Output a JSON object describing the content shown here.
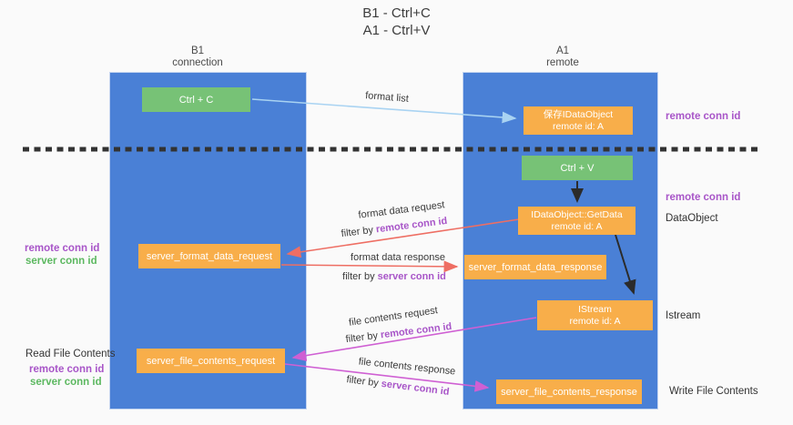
{
  "title": {
    "line1": "B1 - Ctrl+C",
    "line2": "A1 - Ctrl+V"
  },
  "columns": {
    "left": {
      "name": "B1",
      "subtitle": "connection"
    },
    "right": {
      "name": "A1",
      "subtitle": "remote"
    }
  },
  "nodes": {
    "ctrl_c": "Ctrl + C",
    "ctrl_v": "Ctrl + V",
    "save_dataobject": {
      "line1": "保存IDataObject",
      "line2": "remote id: A"
    },
    "getdata": {
      "line1": "IDataObject::GetData",
      "line2": "remote id: A"
    },
    "istream": {
      "line1": "IStream",
      "line2": "remote id: A"
    },
    "server_format_data_request": "server_format_data_request",
    "server_format_data_response": "server_format_data_response",
    "server_file_contents_request": "server_file_contents_request",
    "server_file_contents_response": "server_file_contents_response"
  },
  "arrow_labels": {
    "format_list": "format list",
    "format_data_request": "format data request",
    "filter1_prefix": "filter by ",
    "filter1_hl": "remote conn id",
    "format_data_response": "format data response",
    "filter2_prefix": "filter by ",
    "filter2_hl": "server conn id",
    "file_contents_request": "file contents request",
    "filter3_prefix": "filter by ",
    "filter3_hl": "remote conn id",
    "file_contents_response": "file contents response",
    "filter4_prefix": "filter by ",
    "filter4_hl": "server conn id"
  },
  "side_labels": {
    "remote_conn_id_top": "remote conn id",
    "remote_conn_id_mid": "remote conn id",
    "dataobject": "DataObject",
    "istream": "Istream",
    "write_file_contents": "Write File Contents",
    "read_file_contents": "Read File Contents",
    "left_remote_conn_id_1": "remote conn id",
    "left_server_conn_id_1": "server conn id",
    "left_remote_conn_id_2": "remote conn id",
    "left_server_conn_id_2": "server conn id"
  },
  "colors": {
    "lane_blue": "#4a80d6",
    "box_orange": "#f8ae4a",
    "box_green": "#77c276",
    "arrow_red": "#ee6e63",
    "arrow_magenta": "#cf60d3",
    "arrow_lightblue": "#a9d3f2",
    "arrow_black": "#2b2b2b",
    "label_purple": "#a855c8",
    "label_green": "#5cb860",
    "separator_black": "#333333"
  }
}
